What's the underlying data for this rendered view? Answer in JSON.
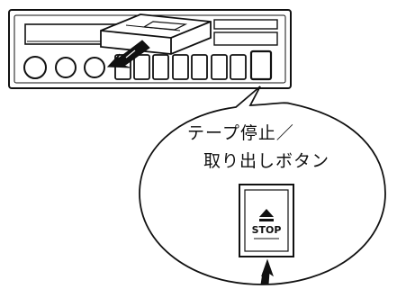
{
  "callout": {
    "line1": "テープ停止／",
    "line2": "取り出しボタン"
  },
  "button": {
    "label": "STOP",
    "icon": "eject-icon"
  },
  "colors": {
    "ink": "#111111",
    "background": "#ffffff"
  }
}
